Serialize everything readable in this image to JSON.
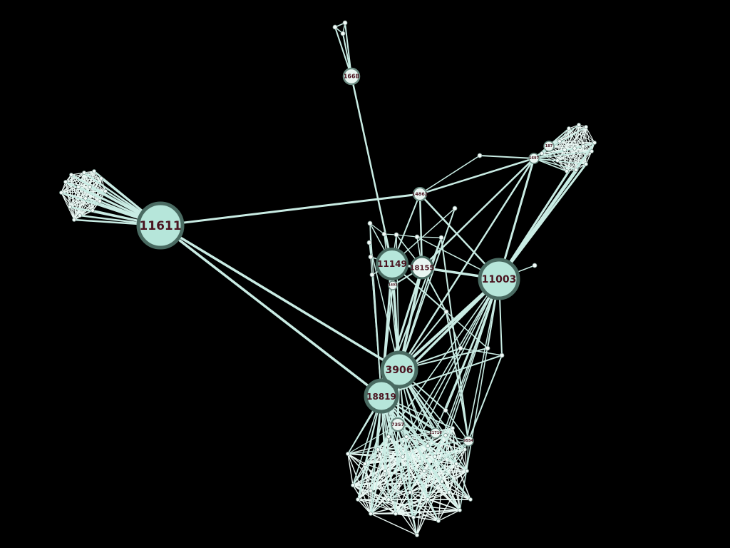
{
  "colors": {
    "background": "#000000",
    "edge": "#c9ece4",
    "hub_fill": "#b6e6da",
    "hub_stroke": "#4a6b62",
    "node_fill": "#e9f6f2",
    "label": "#4a1420"
  },
  "nodes": {
    "hub_11611": "11611",
    "hub_11149": "11149",
    "hub_18155": "18155",
    "hub_11003": "11003",
    "hub_3906": "3906",
    "hub_18819": "18819",
    "node_1668": "1668",
    "node_14862": "14862",
    "node_7357": "7357",
    "node_1697": "1697",
    "node_187": "187",
    "node_9554": "9554",
    "node_11716": "11716",
    "node_1403": "1403"
  }
}
